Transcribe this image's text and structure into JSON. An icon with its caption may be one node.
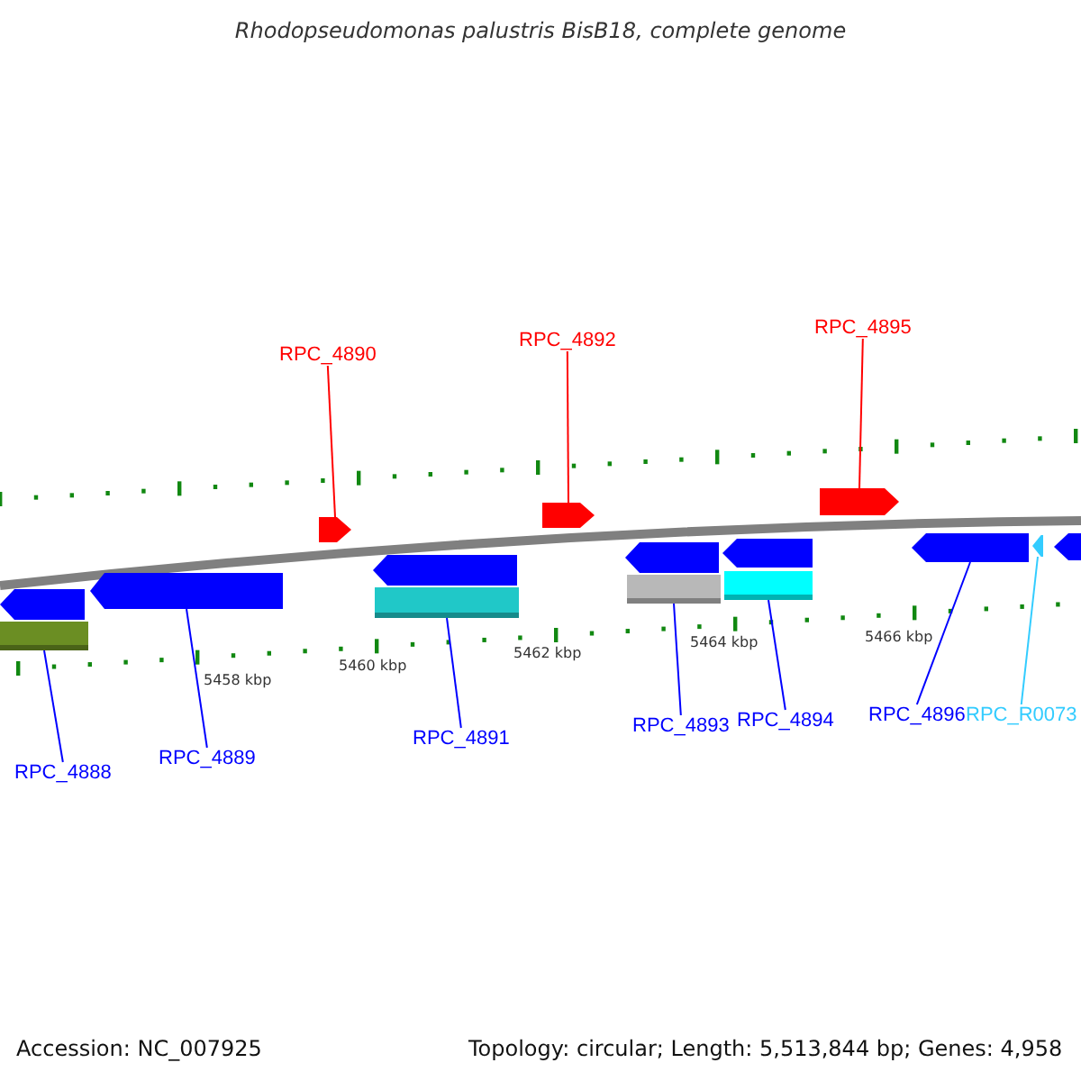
{
  "diagram": {
    "title": "Rhodopseudomonas palustris BisB18, complete genome",
    "nodes": [
      {
        "text": [
          "RPC_4890"
        ]
      },
      {
        "text": [
          "RPC_4892"
        ]
      },
      {
        "text": [
          "RPC_4895"
        ]
      },
      {
        "text": [],
        "shape": "box"
      },
      {
        "text": [],
        "shape": "box"
      },
      {
        "text": [],
        "shape": "box"
      },
      {
        "text": [],
        "shape": "box"
      },
      {
        "text": [],
        "shape": "bar"
      },
      {
        "text": [],
        "shape": "box"
      },
      {
        "text": [],
        "shape": "box"
      },
      {
        "text": [],
        "shape": "bar"
      },
      {
        "text": [],
        "shape": "box"
      },
      {
        "text": [],
        "shape": "bar"
      },
      {
        "text": [],
        "shape": "box"
      },
      {
        "text": [],
        "shape": "bar"
      },
      {
        "text": [],
        "shape": "box"
      },
      {
        "text": [],
        "shape": "box"
      },
      {
        "text": [],
        "shape": "box"
      },
      {
        "text": [
          "RPC_4888"
        ]
      },
      {
        "text": [
          "RPC_4889"
        ]
      },
      {
        "text": [
          "RPC_4891"
        ]
      },
      {
        "text": [
          "RPC_4893"
        ]
      },
      {
        "text": [
          "RPC_4894"
        ]
      },
      {
        "text": [
          "RPC_4896"
        ]
      },
      {
        "text": [
          "RPC_R0073"
        ]
      }
    ],
    "edges": [
      {
        "from": 0,
        "to": 3,
        "arrow": "none",
        "color": "#ff0000"
      },
      {
        "from": 1,
        "to": 4,
        "arrow": "none",
        "color": "#ff0000"
      },
      {
        "from": 2,
        "to": 5,
        "arrow": "none",
        "color": "#ff0000"
      },
      {
        "from": 18,
        "to": 7,
        "arrow": "none"
      },
      {
        "from": 19,
        "to": 8,
        "arrow": "none"
      },
      {
        "from": 20,
        "to": 10,
        "arrow": "none"
      },
      {
        "from": 21,
        "to": 12,
        "arrow": "none"
      },
      {
        "from": 22,
        "to": 14,
        "arrow": "none"
      },
      {
        "from": 23,
        "to": 15,
        "arrow": "none"
      },
      {
        "from": 24,
        "to": 16,
        "arrow": "none",
        "color": "#33ccff"
      }
    ],
    "labels": [
      "5458 kbp",
      "5460 kbp",
      "5462 kbp",
      "5464 kbp",
      "5466 kbp",
      "Accession: NC_007925",
      "Topology: circular; Length: 5,513,844 bp; Genes: 4,958"
    ]
  }
}
